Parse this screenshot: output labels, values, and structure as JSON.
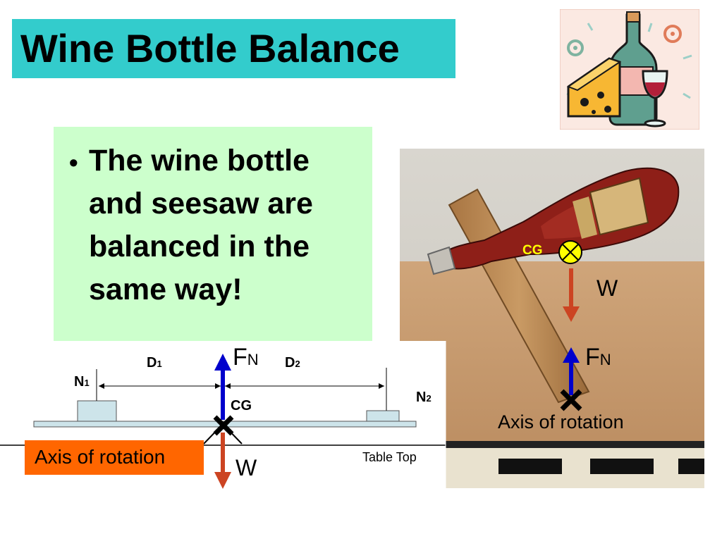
{
  "title": "Wine Bottle Balance",
  "bullet": {
    "text": "The wine bottle and seesaw are balanced in the same way!"
  },
  "photo_labels": {
    "cg": "CG",
    "weight": "W",
    "normal_force": "F",
    "normal_force_subscript": "N",
    "axis": "Axis of rotation"
  },
  "seesaw_labels": {
    "d1": "D",
    "d1_sub": "1",
    "d2": "D",
    "d2_sub": "2",
    "n1": "N",
    "n1_sub": "1",
    "n2": "N",
    "n2_sub": "2",
    "normal_force": "F",
    "normal_force_subscript": "N",
    "cg": "CG",
    "weight": "W",
    "table_top": "Table Top",
    "axis": "Axis of rotation"
  },
  "colors": {
    "title_bg": "#33cccc",
    "bullet_bg": "#ccffcc",
    "axis_label_bg": "#ff6600",
    "weight_arrow": "#cc4422",
    "normal_arrow": "#0000cc",
    "cg_marker": "#ffff00"
  }
}
